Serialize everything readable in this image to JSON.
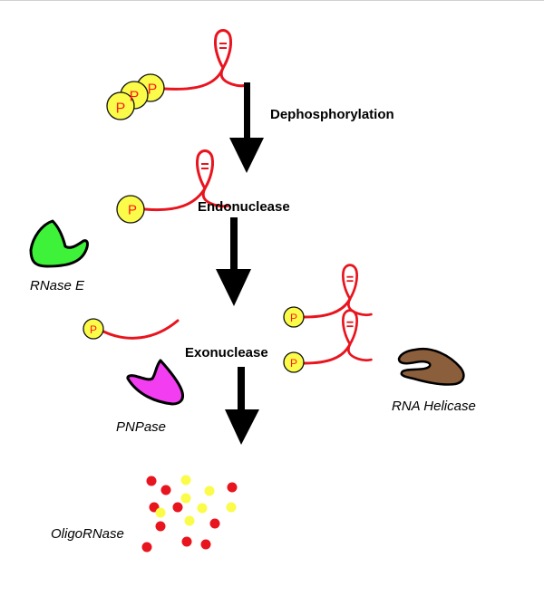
{
  "title": "RNA degradation pathway",
  "steps": [
    {
      "label": "Dephosphorylation"
    },
    {
      "label": "Endonuclease"
    },
    {
      "label": "Exonuclease"
    }
  ],
  "enzymes": [
    {
      "name": "RNase E",
      "color": "#3ef23a"
    },
    {
      "name": "PNPase",
      "color": "#f23ef0"
    },
    {
      "name": "RNA Helicase",
      "color": "#8b5e3c"
    },
    {
      "name": "OligoRNase"
    }
  ],
  "phosphate_label": "P",
  "colors": {
    "rna": "#e8141e",
    "phosphate_fill": "#fbfb4a",
    "phosphate_text": "#ff1a1a",
    "fragment_red": "#e8141e",
    "fragment_yellow": "#fbfb4a",
    "arrow": "#000000"
  },
  "stages": [
    {
      "name": "triphosphorylated-rna",
      "phosphates": 3
    },
    {
      "name": "monophosphorylated-rna",
      "phosphates": 1
    },
    {
      "name": "cleaved-fragments",
      "fragments": 3
    },
    {
      "name": "oligonucleotides",
      "red_count": 10,
      "yellow_count": 7
    }
  ]
}
